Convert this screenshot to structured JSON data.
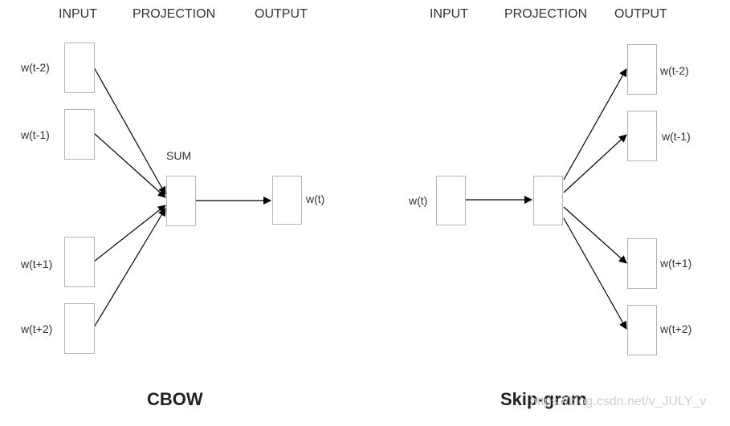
{
  "cbow": {
    "headers": {
      "input": "INPUT",
      "projection": "PROJECTION",
      "output": "OUTPUT"
    },
    "inputs": [
      "w(t-2)",
      "w(t-1)",
      "w(t+1)",
      "w(t+2)"
    ],
    "projection_label": "SUM",
    "output": "w(t)",
    "title": "CBOW"
  },
  "skipgram": {
    "headers": {
      "input": "INPUT",
      "projection": "PROJECTION",
      "output": "OUTPUT"
    },
    "input": "w(t)",
    "outputs": [
      "w(t-2)",
      "w(t-1)",
      "w(t+1)",
      "w(t+2)"
    ],
    "title": "Skip-gram"
  },
  "watermark": "https://blog.csdn.net/v_JULY_v",
  "colors": {
    "box_border": "#b5b5b5",
    "arrow": "#000000",
    "text": "#333333"
  }
}
